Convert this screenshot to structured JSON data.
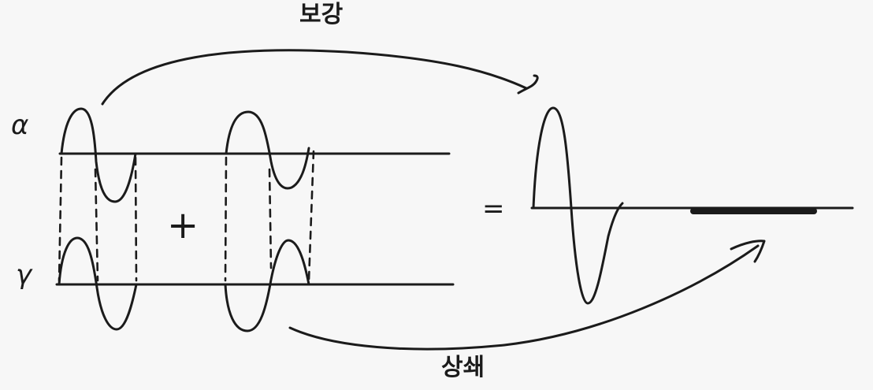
{
  "labels": {
    "alpha": "α",
    "gamma": "γ",
    "constructive": "보강",
    "destructive": "상쇄",
    "plus": "+",
    "equals": "="
  },
  "colors": {
    "ink": "#1b1b1b",
    "background": "#f7f7f7"
  }
}
